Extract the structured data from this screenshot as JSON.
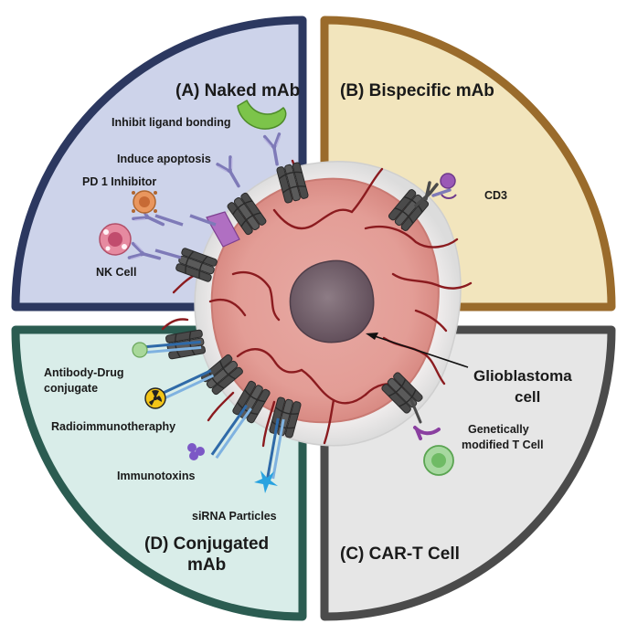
{
  "quadrants": {
    "naked": {
      "title": "(A) Naked mAb",
      "color": "#cdd3ea",
      "border": "#2c3860"
    },
    "bispecific": {
      "title": "(B) Bispecific  mAb",
      "color": "#f2e5bd",
      "border": "#9a6b2b"
    },
    "cart": {
      "title": "(C) CAR-T Cell",
      "color": "#e6e6e6",
      "border": "#4b4b4b"
    },
    "conjugated": {
      "title_line1": "(D) Conjugated",
      "title_line2": "mAb",
      "color": "#d9ede9",
      "border": "#2b5c51"
    }
  },
  "labels": {
    "inhibit_ligand": "Inhibit ligand bonding",
    "induce_apoptosis": "Induce apoptosis",
    "pd1": "PD 1 Inhibitor",
    "nk_cell": "NK Cell",
    "cd3": "CD3",
    "adc_line1": "Antibody-Drug",
    "adc_line2": "conjugate",
    "radio": "Radioimmunotheraphy",
    "immunotoxins": "Immunotoxins",
    "sirna": "siRNA Particles",
    "gen_mod_line1": "Genetically",
    "gen_mod_line2": "modified T Cell",
    "gbm_line1": "Glioblastoma",
    "gbm_line2": "cell"
  },
  "icons": {
    "ligand": "green-ligand-icon",
    "radiation": "radiation-hazard-icon",
    "t_cell": "t-cell-icon",
    "nk_cell": "nk-cell-icon",
    "tumor": "glioblastoma-cell-icon"
  }
}
